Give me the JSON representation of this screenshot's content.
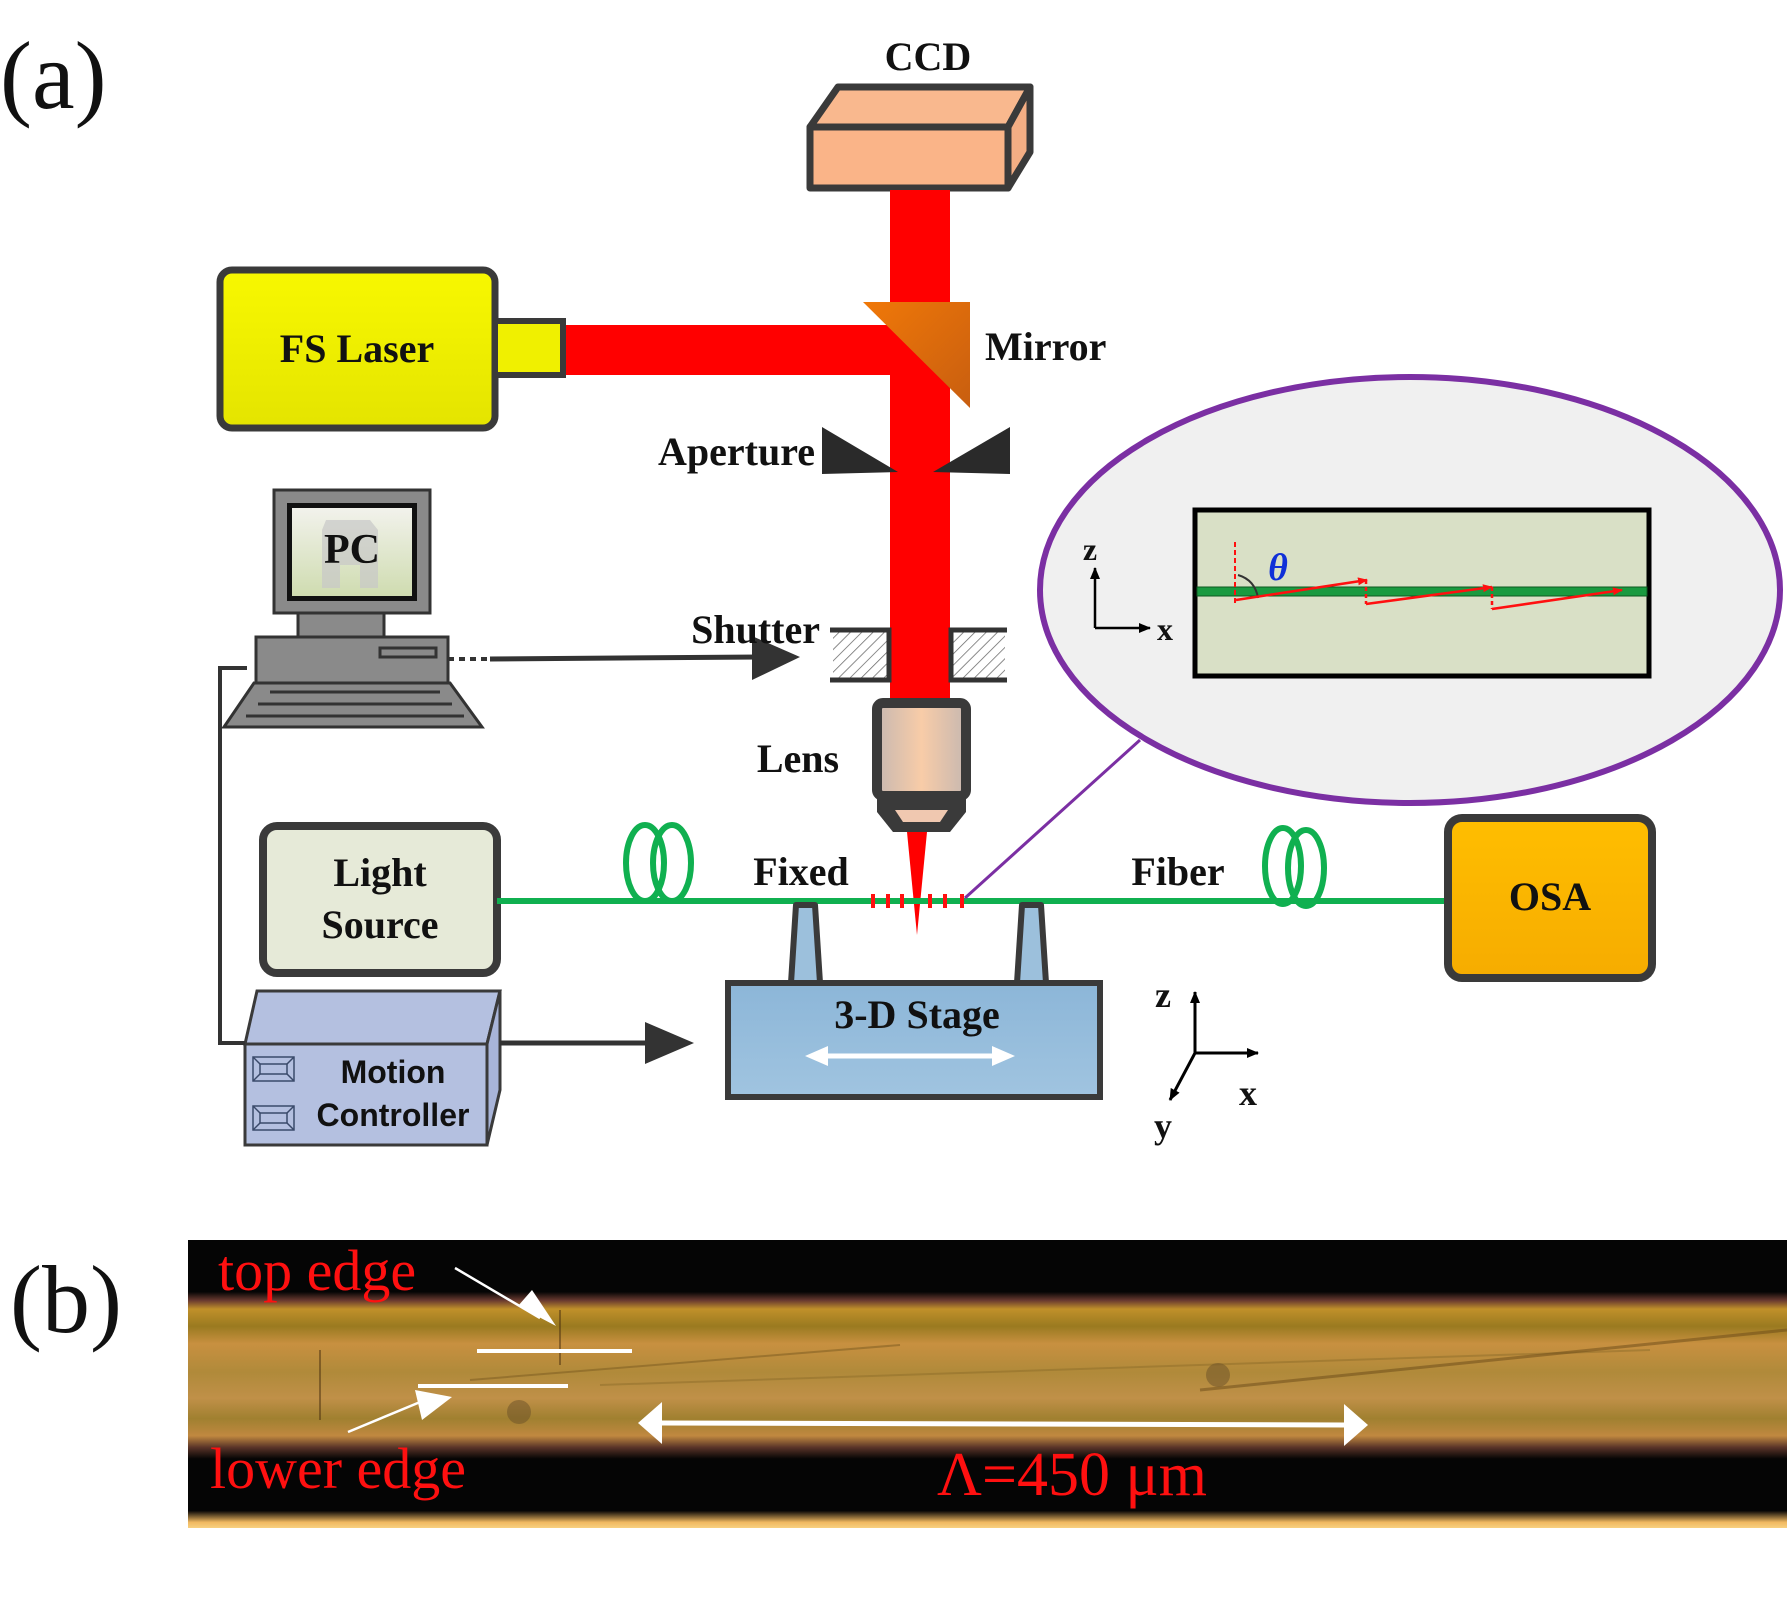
{
  "panels": {
    "a": {
      "label": "(a)"
    },
    "b": {
      "label": "(b)"
    }
  },
  "components": {
    "ccd": "CCD",
    "fs_laser": "FS Laser",
    "mirror": "Mirror",
    "aperture": "Aperture",
    "pc": "PC",
    "shutter": "Shutter",
    "lens": "Lens",
    "light_source_line1": "Light",
    "light_source_line2": "Source",
    "fixed": "Fixed",
    "fiber": "Fiber",
    "osa": "OSA",
    "stage": "3-D Stage",
    "motion_controller_line1": "Motion",
    "motion_controller_line2": "Controller"
  },
  "axes_main": {
    "z": "z",
    "x": "x",
    "y": "y"
  },
  "inset": {
    "axis_z": "z",
    "axis_x": "x",
    "angle_symbol": "θ"
  },
  "micrograph": {
    "top_edge": "top edge",
    "lower_edge": "lower edge",
    "period": "Λ=450 μm"
  },
  "colors": {
    "laser_beam": "#ff0000",
    "fiber": "#10b050",
    "laser_box": "#f2f200",
    "ccd_box": "#f8b48a",
    "mirror": "#d86808",
    "light_source_box": "#e6ead8",
    "osa_box": "#fdb400",
    "stage": "#8fb8d8",
    "motion_controller": "#b4c0e0",
    "inset_outline": "#7b2fa3",
    "inset_fill": "#d9e0c6",
    "core": "#1a9a40",
    "theta": "#1030d8",
    "annotation_red": "#ff1010"
  }
}
